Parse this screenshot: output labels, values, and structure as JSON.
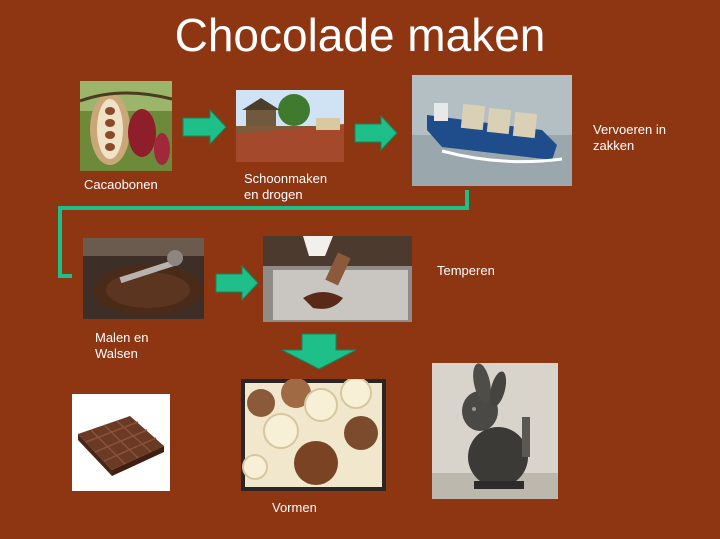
{
  "slide": {
    "title": "Chocolade maken",
    "steps": [
      {
        "label_line1": "Cacaobonen",
        "label_line2": ""
      },
      {
        "label_line1": "Schoonmaken",
        "label_line2": "en drogen"
      },
      {
        "label_line1": "Vervoeren in",
        "label_line2": "zakken"
      },
      {
        "label_line1": "Malen en",
        "label_line2": "Walsen"
      },
      {
        "label_line1": "Temperen",
        "label_line2": ""
      },
      {
        "label_line1": "Vormen",
        "label_line2": ""
      }
    ],
    "colors": {
      "background": "#8e3512",
      "arrow": "#1fbf8a",
      "text": "#ffffff"
    },
    "images": [
      "cacao-pod-photo",
      "drying-beans-photo",
      "cargo-ship-photo",
      "grinding-machine-photo",
      "tempering-photo",
      "chocolate-bar-photo",
      "molds-photo",
      "bunny-mold-photo"
    ]
  }
}
